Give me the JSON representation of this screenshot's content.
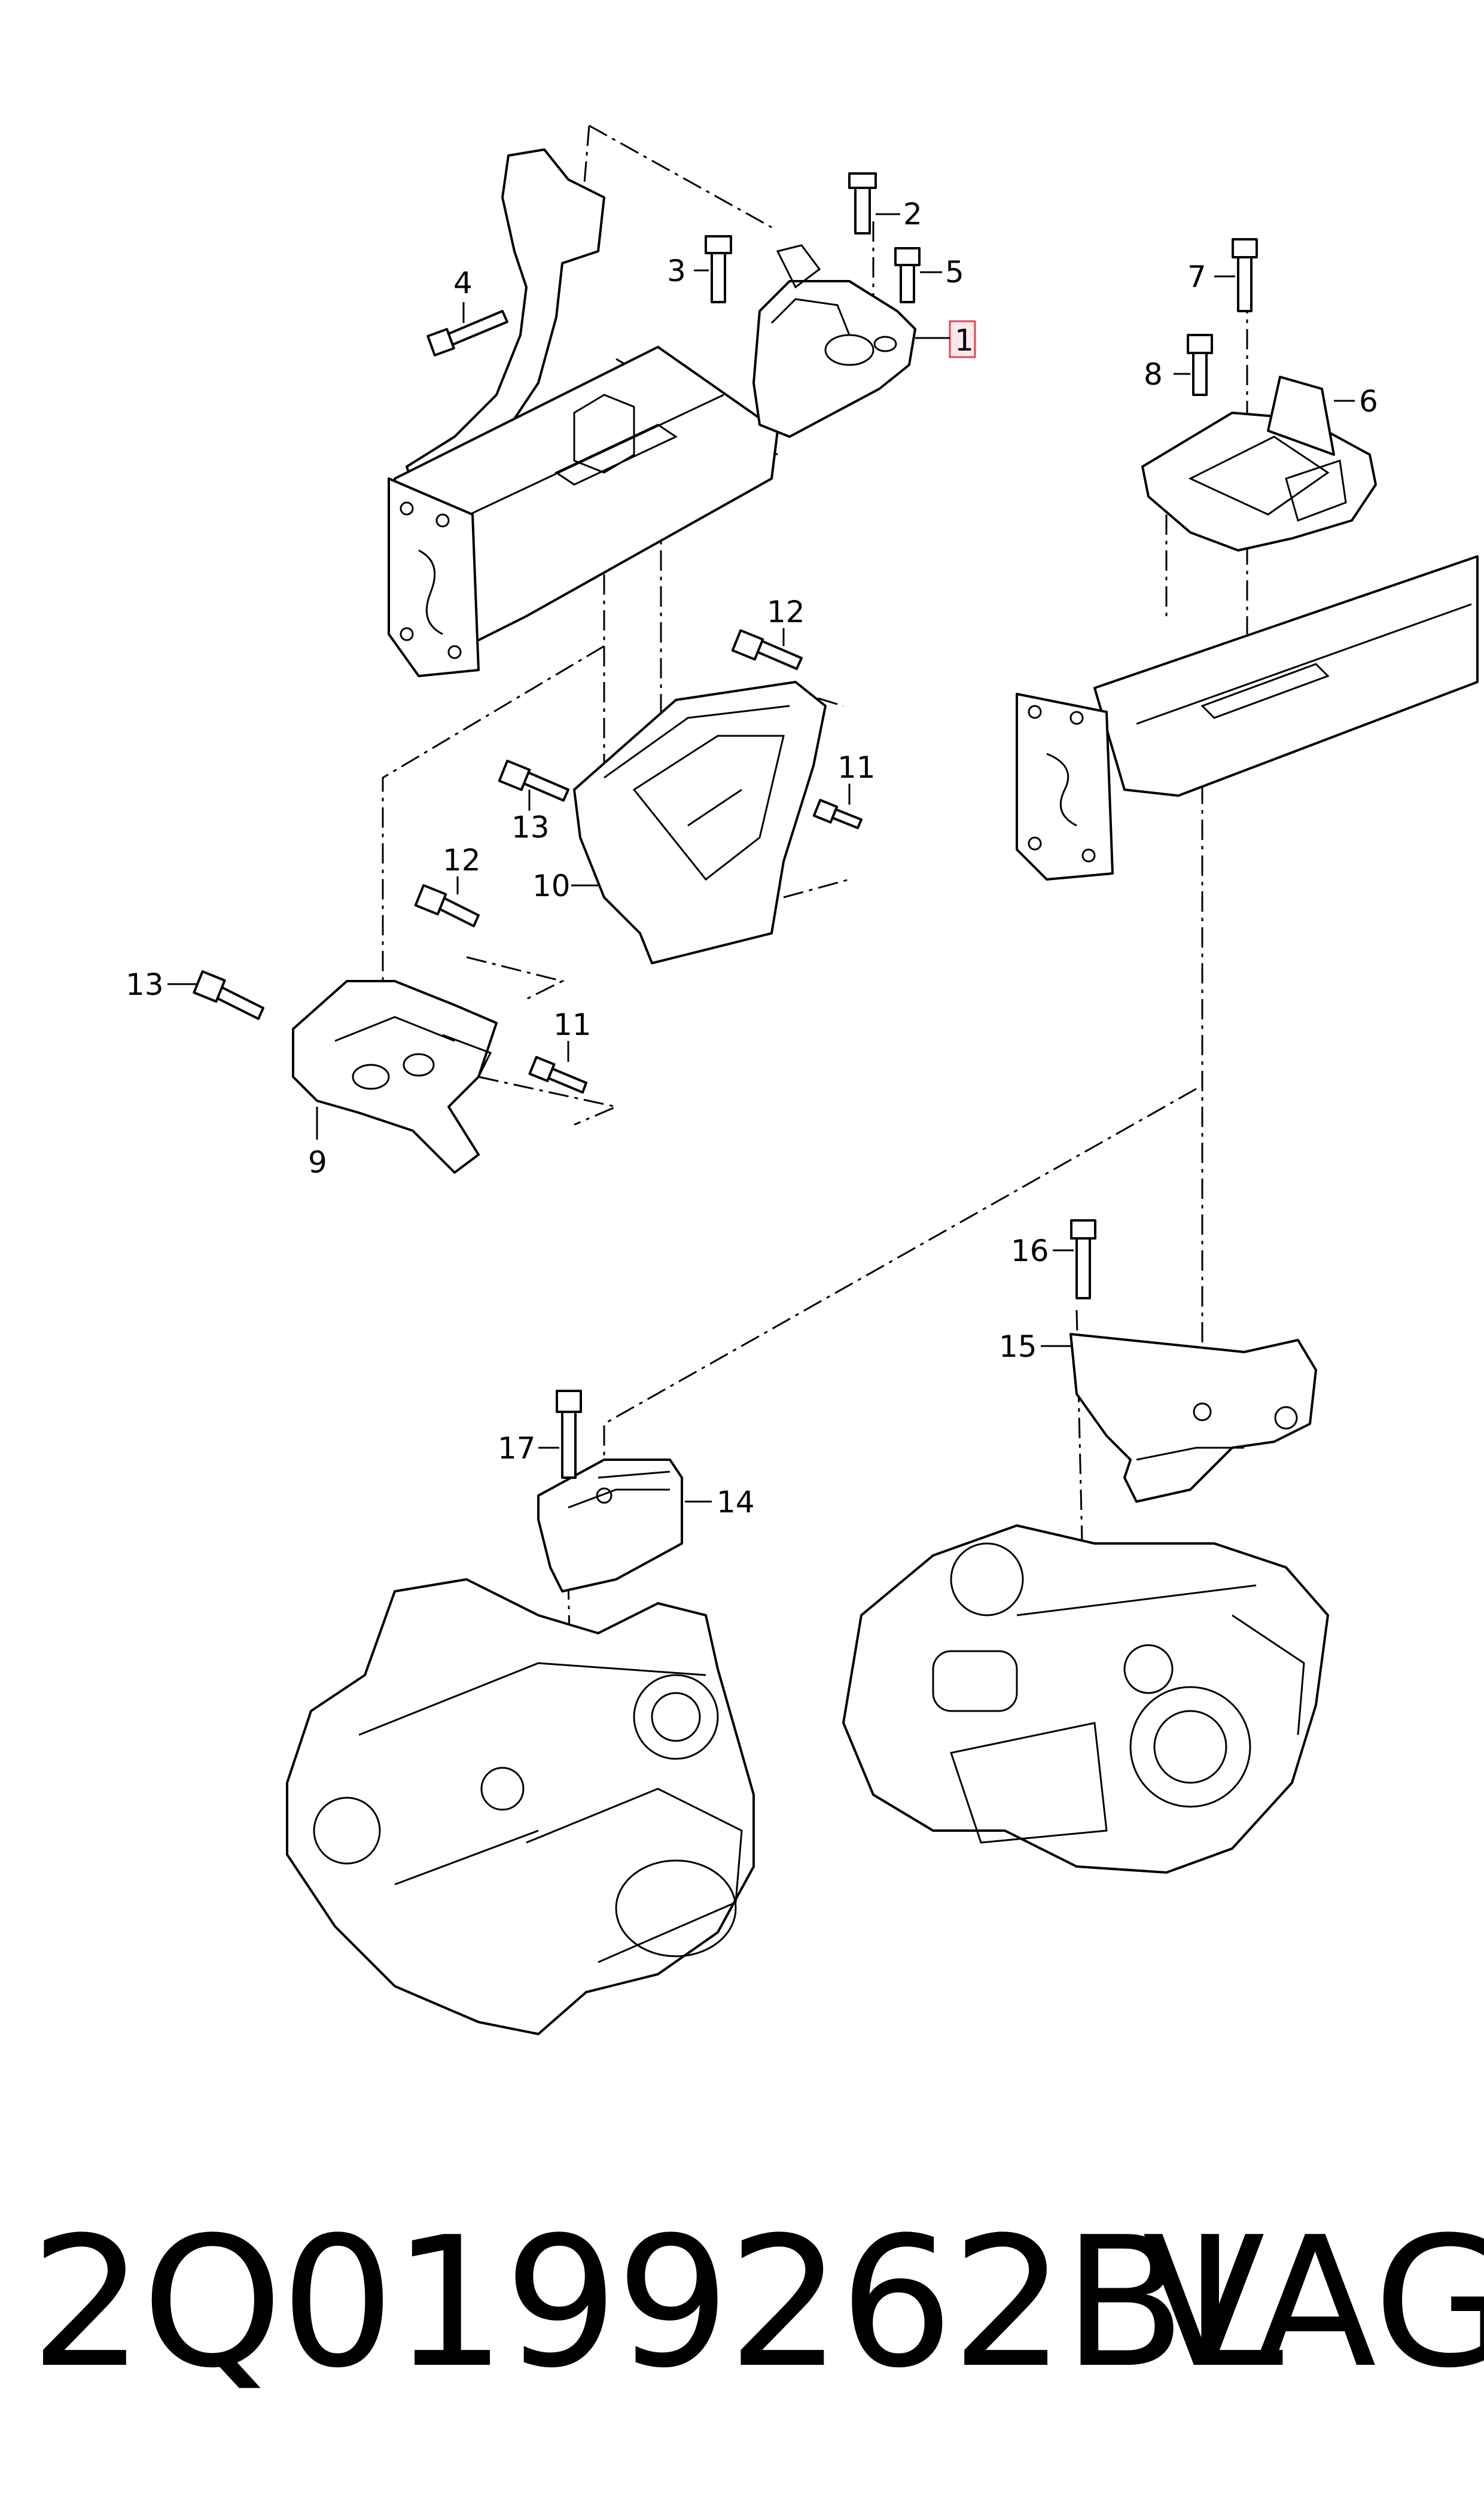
{
  "callouts": {
    "c1": "1",
    "c2": "2",
    "c3": "3",
    "c4": "4",
    "c5": "5",
    "c6": "6",
    "c7": "7",
    "c8": "8",
    "c9": "9",
    "c10": "10",
    "c11a": "11",
    "c11b": "11",
    "c12a": "12",
    "c12b": "12",
    "c13a": "13",
    "c13b": "13",
    "c14": "14",
    "c15": "15",
    "c16": "16",
    "c17": "17"
  },
  "footer": {
    "part_number": "2Q0199262BL",
    "brand": "VAG"
  },
  "colors": {
    "highlight_fill": "#fde8ea",
    "highlight_stroke": "#e0455a"
  }
}
